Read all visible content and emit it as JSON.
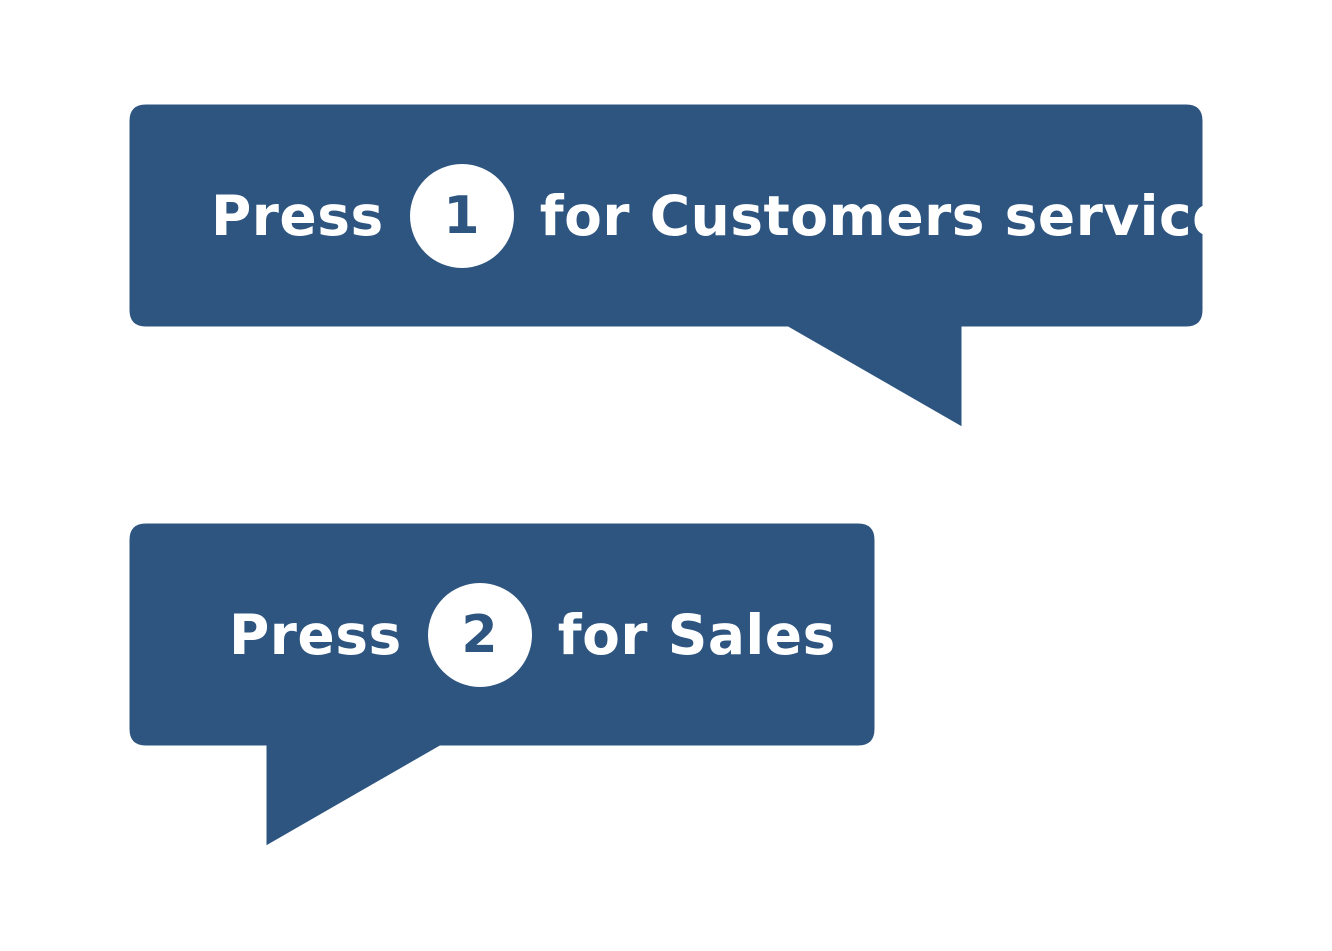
{
  "colors": {
    "bubble_fill": "#2d5580",
    "bubble_stroke": "#ffffff",
    "text": "#ffffff",
    "circle_fill": "#ffffff",
    "circle_text": "#2d5580"
  },
  "bubbles": [
    {
      "prefix": "Press",
      "number": "1",
      "suffix": "for Customers service"
    },
    {
      "prefix": "Press",
      "number": "2",
      "suffix": "for Sales"
    }
  ]
}
